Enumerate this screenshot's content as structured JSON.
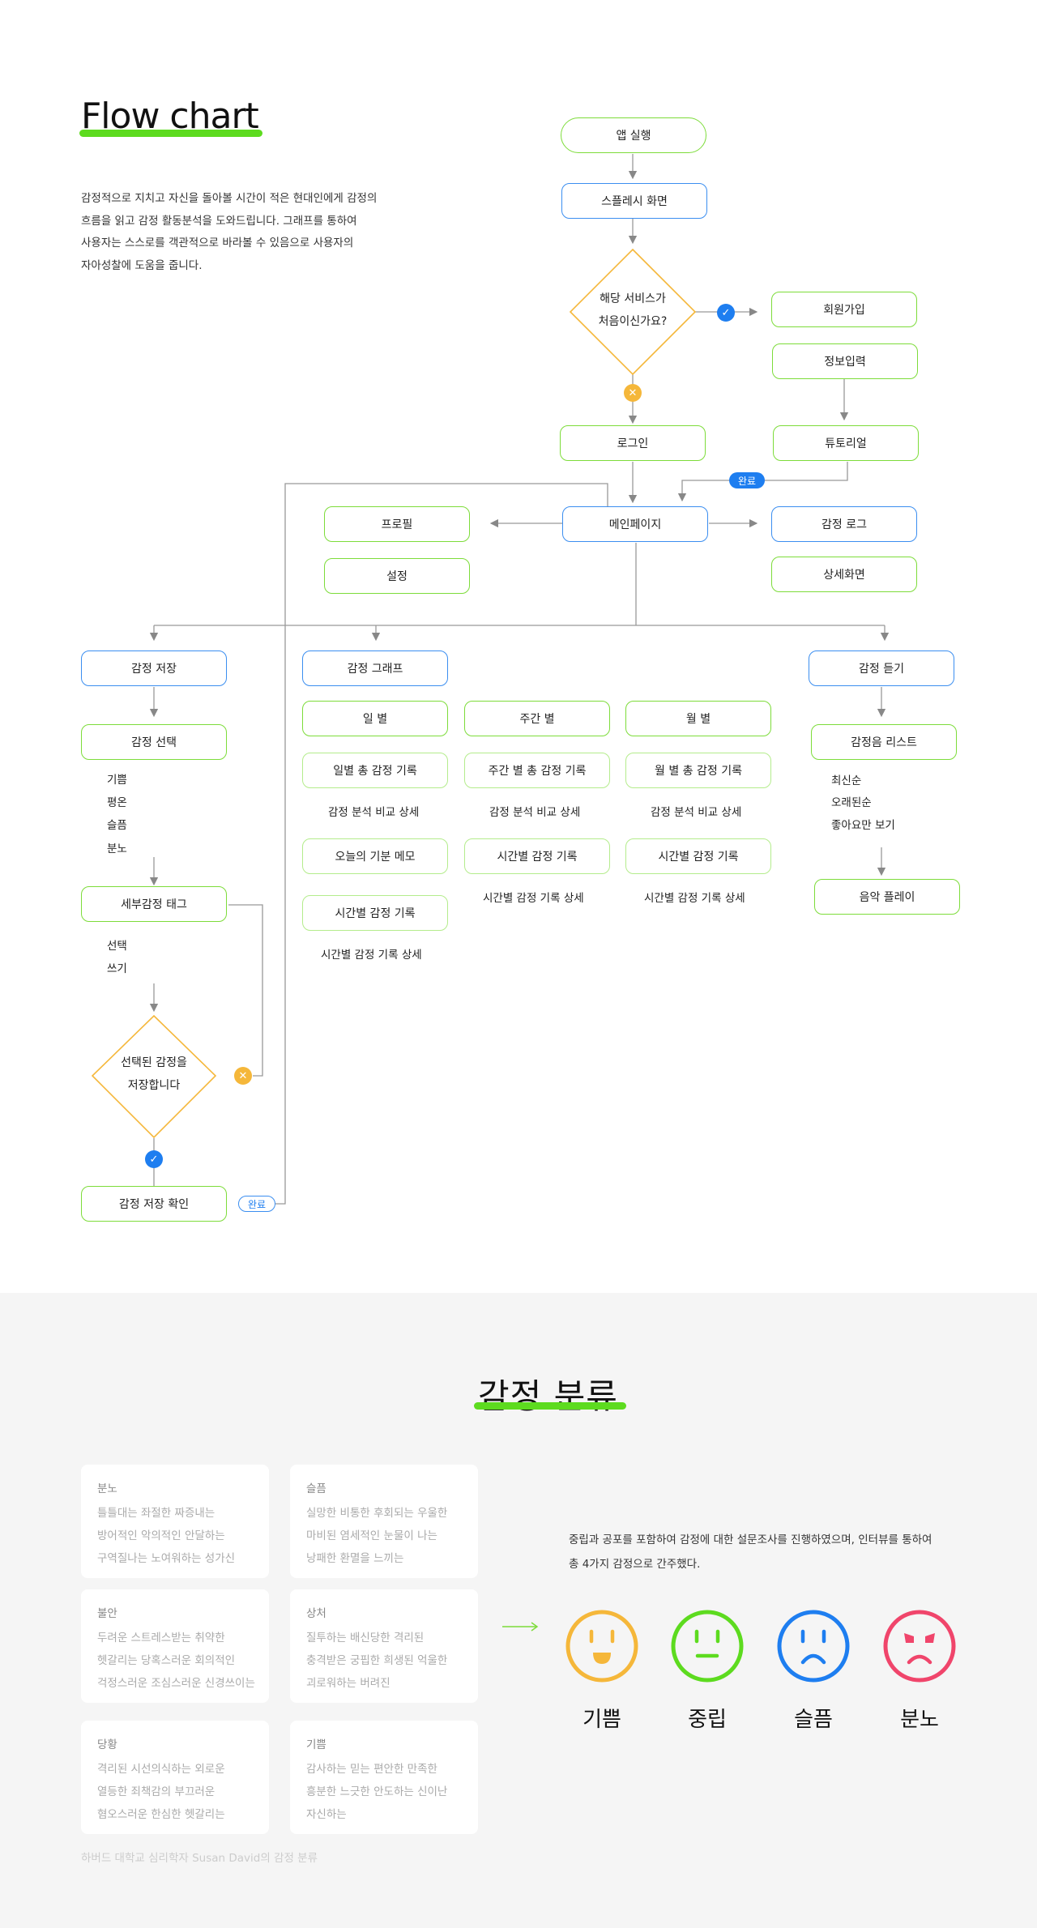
{
  "flow": {
    "title": "Flow chart",
    "intro": [
      "감정적으로 지치고 자신을 돌아볼 시간이 적은 현대인에게 감정의",
      "흐름을 읽고 감정 활동분석을 도와드립니다. 그래프를 통하여",
      "사용자는 스스로를 객관적으로 바라볼 수 있음으로 사용자의",
      "자아성찰에 도움을 줍니다."
    ],
    "nodes": {
      "app_start": "앱 실행",
      "splash": "스플레시 화면",
      "first_time_q1": "해당 서비스가",
      "first_time_q2": "처음이신가요?",
      "signup": "회원가입",
      "info_input": "정보입력",
      "tutorial": "튜토리얼",
      "login": "로그인",
      "main": "메인페이지",
      "profile": "프로필",
      "settings": "설정",
      "emotion_log": "감정 로그",
      "detail": "상세화면",
      "emotion_save": "감정 저장",
      "emotion_select": "감정 선택",
      "detail_tag": "세부감정 태그",
      "save_q1": "선택된 감정을",
      "save_q2": "저장합니다",
      "save_confirm": "감정 저장 확인",
      "emotion_graph": "감정 그래프",
      "daily": "일 별",
      "weekly": "주간 별",
      "monthly": "월 별",
      "daily_total": "일별 총 감정 기록",
      "weekly_total": "주간 별 총 감정 기록",
      "monthly_total": "월 별 총 감정 기록",
      "today_memo": "오늘의 기분 메모",
      "hourly_1": "시간별 감정 기록",
      "hourly_2": "시간별 감정 기록",
      "hourly_3": "시간별 감정 기록",
      "emotion_listen": "감정 듣기",
      "emotion_music_list": "감정음 리스트",
      "music_play": "음악 플레이"
    },
    "texts": {
      "emotion_options": [
        "기쁨",
        "평온",
        "슬픔",
        "분노"
      ],
      "tag_options": [
        "선택",
        "쓰기"
      ],
      "analysis_1": "감정 분석 비교 상세",
      "analysis_2": "감정 분석 비교 상세",
      "analysis_3": "감정 분석 비교 상세",
      "hourly_detail_1": "시간별 감정 기록 상세",
      "hourly_detail_2": "시간별 감정 기록 상세",
      "hourly_detail_3": "시간별 감정 기록 상세",
      "sort_options": [
        "최신순",
        "오래된순",
        "좋아요만 보기"
      ]
    },
    "badges": {
      "done_1": "완료",
      "done_2": "완료"
    },
    "icons": {
      "yes": "check-icon",
      "no": "x-icon"
    },
    "colors": {
      "green": "#7ddc3a",
      "blue": "#3b8ef0",
      "orange": "#f5b73a"
    }
  },
  "classification": {
    "title": "감정 분류",
    "cards": [
      {
        "title": "분노",
        "lines": [
          "틀틀대는 좌절한 짜증내는",
          "방어적인 악의적인 안달하는",
          "구역질나는 노여워하는 성가신"
        ]
      },
      {
        "title": "슬픔",
        "lines": [
          "실망한 비통한 후회되는 우울한",
          "마비된 염세적인 눈물이 나는",
          "낭패한 환멸을 느끼는"
        ]
      },
      {
        "title": "불안",
        "lines": [
          "두려운 스트레스받는 취약한",
          "헷갈리는 당혹스러운 회의적인",
          "걱정스러운 조심스러운 신경쓰이는"
        ]
      },
      {
        "title": "상처",
        "lines": [
          "질투하는 배신당한 격리된",
          "충격받은 궁핍한 희생된 억울한",
          "괴로워하는 버려진"
        ]
      },
      {
        "title": "당황",
        "lines": [
          "격리된 시선의식하는 외로운",
          "열등한 죄책감의 부끄러운",
          "혐오스러운 한심한 헷갈리는"
        ]
      },
      {
        "title": "기쁨",
        "lines": [
          "감사하는 믿는 편안한 만족한",
          "흥분한 느긋한 안도하는 신이난",
          "자신하는"
        ]
      }
    ],
    "source": "하버드 대학교 심리학자 Susan David의 감정 분류",
    "survey": [
      "중립과 공포를 포함하여 감정에 대한 설문조사를 진행하였으며, 인터뷰를 통하여",
      "총 4가지 감정으로 간주했다."
    ],
    "faces": [
      {
        "label": "기쁨",
        "color": "#f5b73a",
        "icon": "happy-face-icon"
      },
      {
        "label": "중립",
        "color": "#5ddb1f",
        "icon": "neutral-face-icon"
      },
      {
        "label": "슬픔",
        "color": "#1e7ef0",
        "icon": "sad-face-icon"
      },
      {
        "label": "분노",
        "color": "#f0456b",
        "icon": "angry-face-icon"
      }
    ]
  }
}
